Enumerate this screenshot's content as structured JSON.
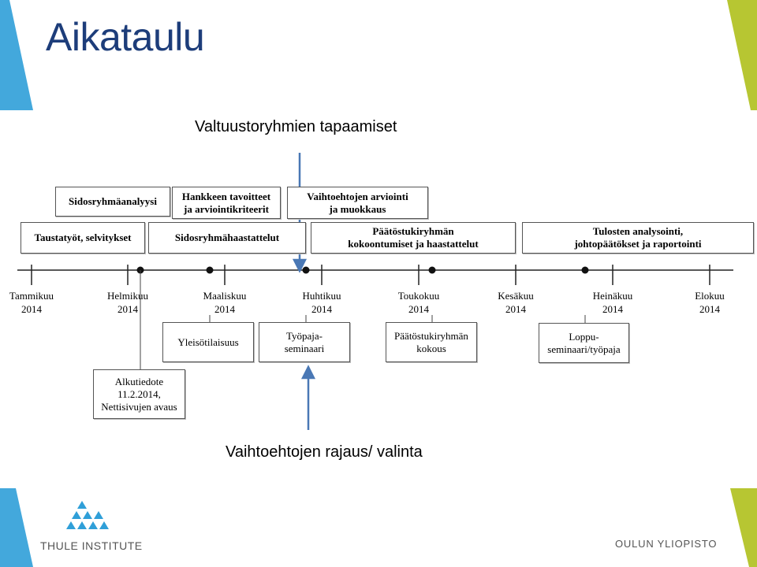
{
  "slide": {
    "title": "Aikataulu",
    "subtitle": "Valtuustoryhmien tapaamiset",
    "bottom_note": "Vaihtoehtojen rajaus/ valinta"
  },
  "upper_boxes": [
    {
      "text": "Sidosryhmäanalyysi"
    },
    {
      "text": "Hankkeen tavoitteet\nja arviointikriteerit"
    },
    {
      "text": "Vaihtoehtojen arviointi\nja muokkaus"
    },
    {
      "text": "Taustatyöt, selvitykset"
    },
    {
      "text": "Sidosryhmähaastattelut"
    },
    {
      "text": "Päätöstukiryhmän\nkokoontumiset ja haastattelut"
    },
    {
      "text": "Tulosten analysointi,\njohtopäätökset ja raportointi"
    }
  ],
  "months": [
    {
      "name": "Tammikuu",
      "year": "2014"
    },
    {
      "name": "Helmikuu",
      "year": "2014"
    },
    {
      "name": "Maaliskuu",
      "year": "2014"
    },
    {
      "name": "Huhtikuu",
      "year": "2014"
    },
    {
      "name": "Toukokuu",
      "year": "2014"
    },
    {
      "name": "Kesäkuu",
      "year": "2014"
    },
    {
      "name": "Heinäkuu",
      "year": "2014"
    },
    {
      "name": "Elokuu",
      "year": "2014"
    }
  ],
  "events": [
    {
      "text": "Yleisötilaisuus"
    },
    {
      "text": "Työpaja-\nseminaari"
    },
    {
      "text": "Päätöstukiryhmän\nkokous"
    },
    {
      "text": "Loppu-\nseminaari/työpaja"
    },
    {
      "text": "Alkutiedote\n11.2.2014,\nNettisivujen avaus"
    }
  ],
  "branding": {
    "left_logo": "THULE INSTITUTE",
    "right_logo": "OULUN YLIOPISTO"
  },
  "colors": {
    "title": "#1d3d7a",
    "accent_blue": "#2f9fd8",
    "accent_green": "#b7c632",
    "arrow": "#4a78b5"
  }
}
